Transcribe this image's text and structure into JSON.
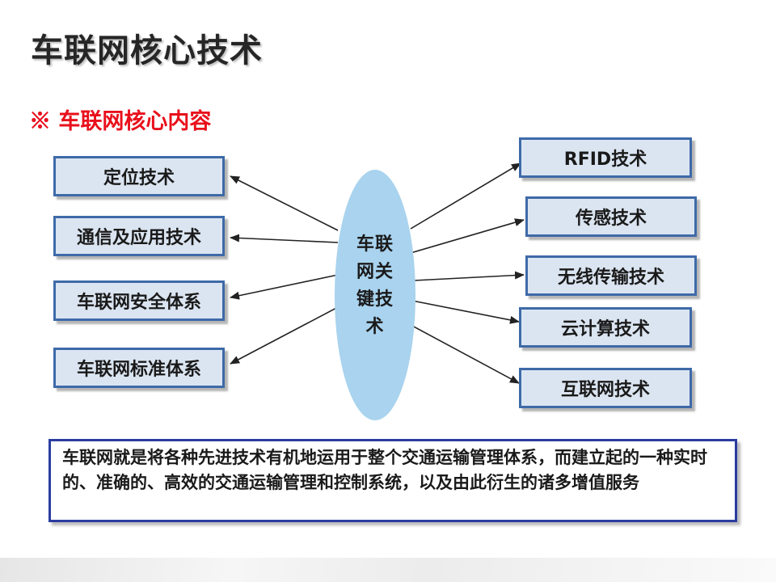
{
  "title": "车联网核心技术",
  "subtitle": "※ 车联网核心内容",
  "center": {
    "lines": [
      "车联",
      "网关",
      "键技",
      "术"
    ]
  },
  "left_items": [
    {
      "label": "定位技术"
    },
    {
      "label": "通信及应用技术"
    },
    {
      "label": "车联网安全体系"
    },
    {
      "label": "车联网标准体系"
    }
  ],
  "right_items": [
    {
      "label": "RFID技术"
    },
    {
      "label": "传感技术"
    },
    {
      "label": "无线传输技术"
    },
    {
      "label": "云计算技术"
    },
    {
      "label": "互联网技术"
    }
  ],
  "description": "车联网就是将各种先进技术有机地运用于整个交通运输管理体系，而建立起的一种实时的、准确的、高效的交通运输管理和控制系统，以及由此衍生的诸多增值服务",
  "colors": {
    "title": "#262626",
    "subtitle": "#e8101b",
    "box_fill": "#dbe5f1",
    "box_border": "#3e6aa8",
    "ellipse": "#a9d3ee",
    "desc_border": "#2b3ca0"
  }
}
